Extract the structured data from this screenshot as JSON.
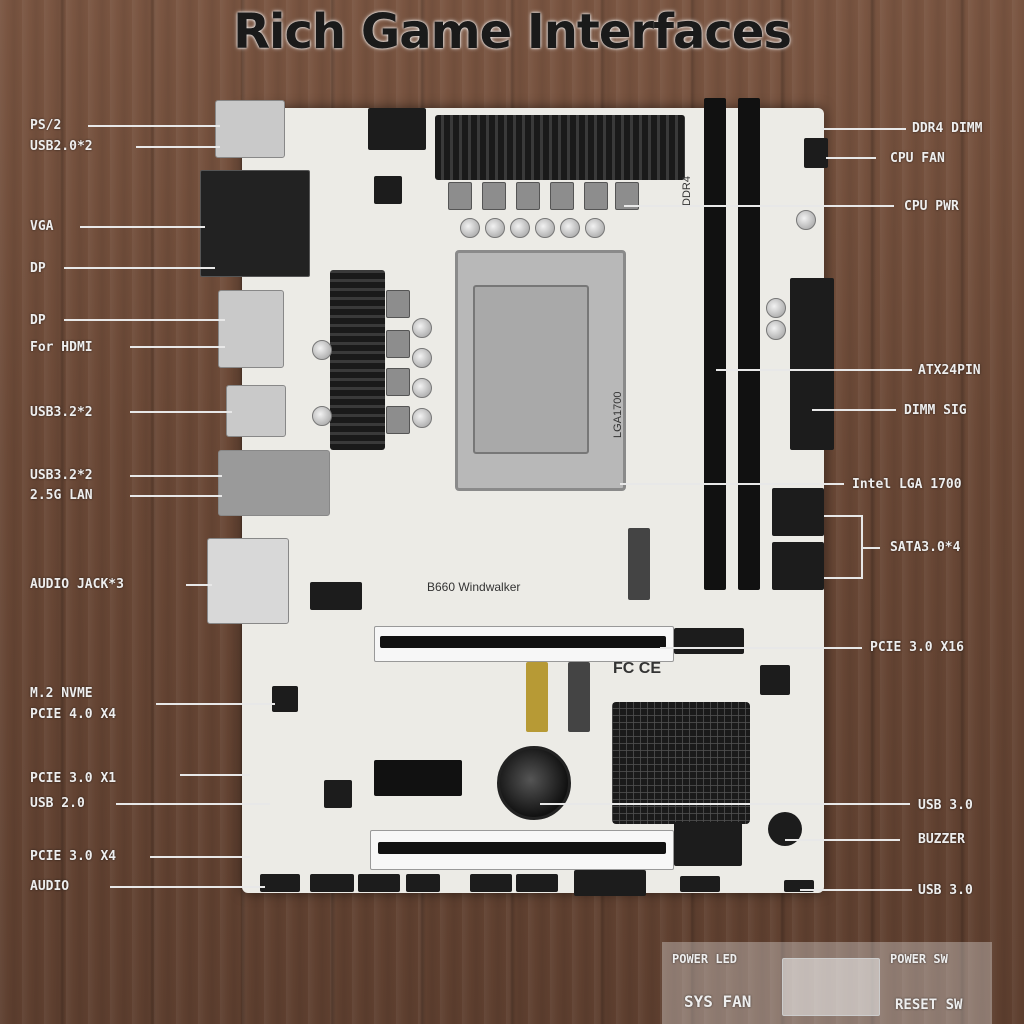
{
  "title": "Rich Game Interfaces",
  "board": {
    "model": "B660 Windwalker",
    "socket_text": "LGA1700",
    "memory_text": "DDR4",
    "fc_ce": "FC CE"
  },
  "labels_left": [
    {
      "id": "ps2",
      "text": "PS/2"
    },
    {
      "id": "usb-top",
      "text": "USB2.0*2"
    },
    {
      "id": "vga",
      "text": "VGA"
    },
    {
      "id": "dp1",
      "text": "DP"
    },
    {
      "id": "dp2",
      "text": "DP"
    },
    {
      "id": "hdmi",
      "text": "For HDMI"
    },
    {
      "id": "usb32",
      "text": "USB3.2*2"
    },
    {
      "id": "usb3lan1",
      "text": "USB3.2*2"
    },
    {
      "id": "usb3lan2",
      "text": "2.5G LAN"
    },
    {
      "id": "audio-jack",
      "text": "AUDIO JACK*3"
    },
    {
      "id": "m2-1",
      "text": "M.2 NVME"
    },
    {
      "id": "m2-2",
      "text": "PCIE 4.0 X4"
    },
    {
      "id": "pcie-x1",
      "text": "PCIE 3.0 X1"
    },
    {
      "id": "usb20",
      "text": "USB 2.0"
    },
    {
      "id": "pcie-x4",
      "text": "PCIE 3.0 X4"
    },
    {
      "id": "audio",
      "text": "AUDIO"
    }
  ],
  "labels_right": [
    {
      "id": "ddr4-1",
      "text": "DDR4 DIMM"
    },
    {
      "id": "cpu-fan",
      "text": "CPU FAN"
    },
    {
      "id": "cpu-pwr",
      "text": "CPU PWR"
    },
    {
      "id": "atx24",
      "text": "ATX24PIN"
    },
    {
      "id": "dimm-2",
      "text": "DIMM SIG"
    },
    {
      "id": "intel-lga",
      "text": "Intel LGA 1700"
    },
    {
      "id": "sata",
      "text": "SATA3.0*4"
    },
    {
      "id": "pcie-x16",
      "text": "PCIE 3.0 X16"
    },
    {
      "id": "usb30",
      "text": "USB 3.0"
    },
    {
      "id": "buzzer",
      "text": "BUZZER"
    },
    {
      "id": "usb30b",
      "text": "USB 3.0"
    }
  ],
  "bottom_panel": {
    "left_top": "POWER LED",
    "right_top": "POWER SW",
    "left_bottom": "SYS FAN",
    "right_bottom": "RESET SW"
  }
}
